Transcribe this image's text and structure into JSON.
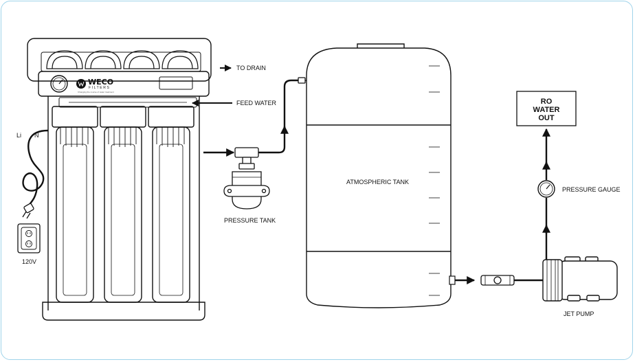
{
  "labels": {
    "to_drain": "TO DRAIN",
    "feed_water": "FEED WATER",
    "pressure_tank": "PRESSURE TANK",
    "atmospheric_tank": "ATMOSPHERIC TANK",
    "pressure_gauge": "PRESSURE GAUGE",
    "jet_pump": "JET PUMP",
    "ro_water_out_line1": "RO",
    "ro_water_out_line2": "WATER",
    "ro_water_out_line3": "OUT",
    "outlet_voltage": "120V",
    "wire_line": "Li",
    "wire_neutral": "N"
  },
  "brand": {
    "name": "WECO",
    "sub": "FILTERS",
    "tagline": "Changing the course of water treatment"
  },
  "colors": {
    "line": "#111111",
    "frame": "#9fd3ea",
    "background": "#ffffff"
  }
}
